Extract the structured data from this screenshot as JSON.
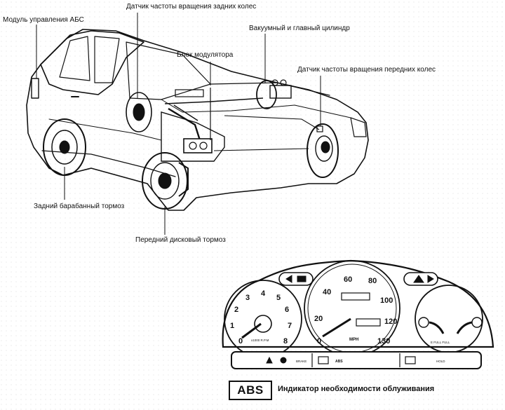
{
  "labels": {
    "abs_module": "Модуль управления АБС",
    "rear_speed_sensor": "Датчик частоты вращения задних колес",
    "vacuum_master_cyl": "Вакуумный и главный цилиндр",
    "modulator": "Блок модулятора",
    "front_speed_sensor": "Датчик частоты вращения передних колес",
    "rear_drum": "Задний барабанный тормоз",
    "front_disc": "Передний дисковый тормоз"
  },
  "indicator": {
    "badge": "ABS",
    "caption": "Индикатор необходимости облуживания"
  },
  "tachometer": {
    "ticks": [
      "0",
      "1",
      "2",
      "3",
      "4",
      "5",
      "6",
      "7",
      "8"
    ],
    "unit": "x1000 R.P.M"
  },
  "speedometer": {
    "ticks": [
      "0",
      "20",
      "40",
      "60",
      "80",
      "100",
      "120",
      "130"
    ],
    "unit": "MPH"
  },
  "gauge_labels": {
    "empty_full": "E   FULL   FULL"
  },
  "warning_panel": {
    "items": [
      "BRAKE",
      "ABS",
      "HOLD"
    ]
  }
}
